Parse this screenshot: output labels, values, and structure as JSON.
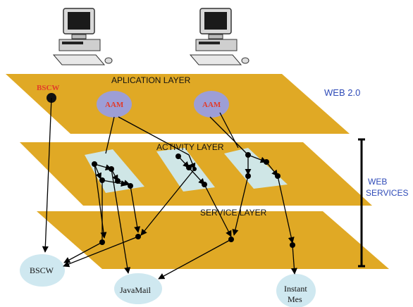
{
  "layers": {
    "application": "APLICATION LAYER",
    "activity": "ACTIVITY LAYER",
    "service": "SERVICE LAYER"
  },
  "side_labels": {
    "web20": "WEB 2.0",
    "web_services_line1": "WEB",
    "web_services_line2": "SERVICES"
  },
  "app_nodes": {
    "bscw": "BSCW",
    "aam_left": "AAM",
    "aam_right": "AAM"
  },
  "services": {
    "bscw": "BSCW",
    "javamail": "JavaMail",
    "instant_line1": "Instant",
    "instant_line2": "Mes"
  },
  "icons": [
    "desktop-computer-icon",
    "desktop-computer-icon"
  ],
  "colors": {
    "layer_fill": "#e0a925",
    "activity_pad": "#cfe6e6",
    "aam_fill": "#9d9ed6",
    "aam_text": "#e23b2a",
    "service_fill": "#cfe8f0",
    "web_label": "#2f4bb8",
    "arrow": "#000000"
  }
}
